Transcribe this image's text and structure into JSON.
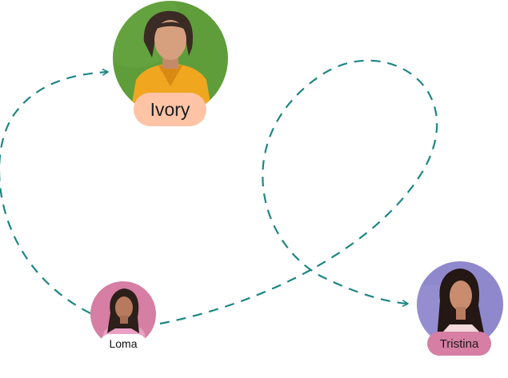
{
  "diagram": {
    "colors": {
      "arrow": "#1e8685",
      "ivory_bg": "#5f9d3a",
      "ivory_tag": "#ffc4a6",
      "loma_bg": "#d67ea3",
      "tristina_bg": "#8f88cc",
      "tristina_tag": "#d67ea3"
    },
    "nodes": [
      {
        "id": "ivory",
        "label": "Ivory"
      },
      {
        "id": "loma",
        "label": "Loma"
      },
      {
        "id": "tristina",
        "label": "Tristina"
      }
    ],
    "edges": [
      {
        "from": "loma",
        "to": "ivory",
        "style": "dashed-arrow"
      },
      {
        "from": "loma",
        "to": "tristina",
        "style": "dashed-arrow"
      }
    ]
  }
}
